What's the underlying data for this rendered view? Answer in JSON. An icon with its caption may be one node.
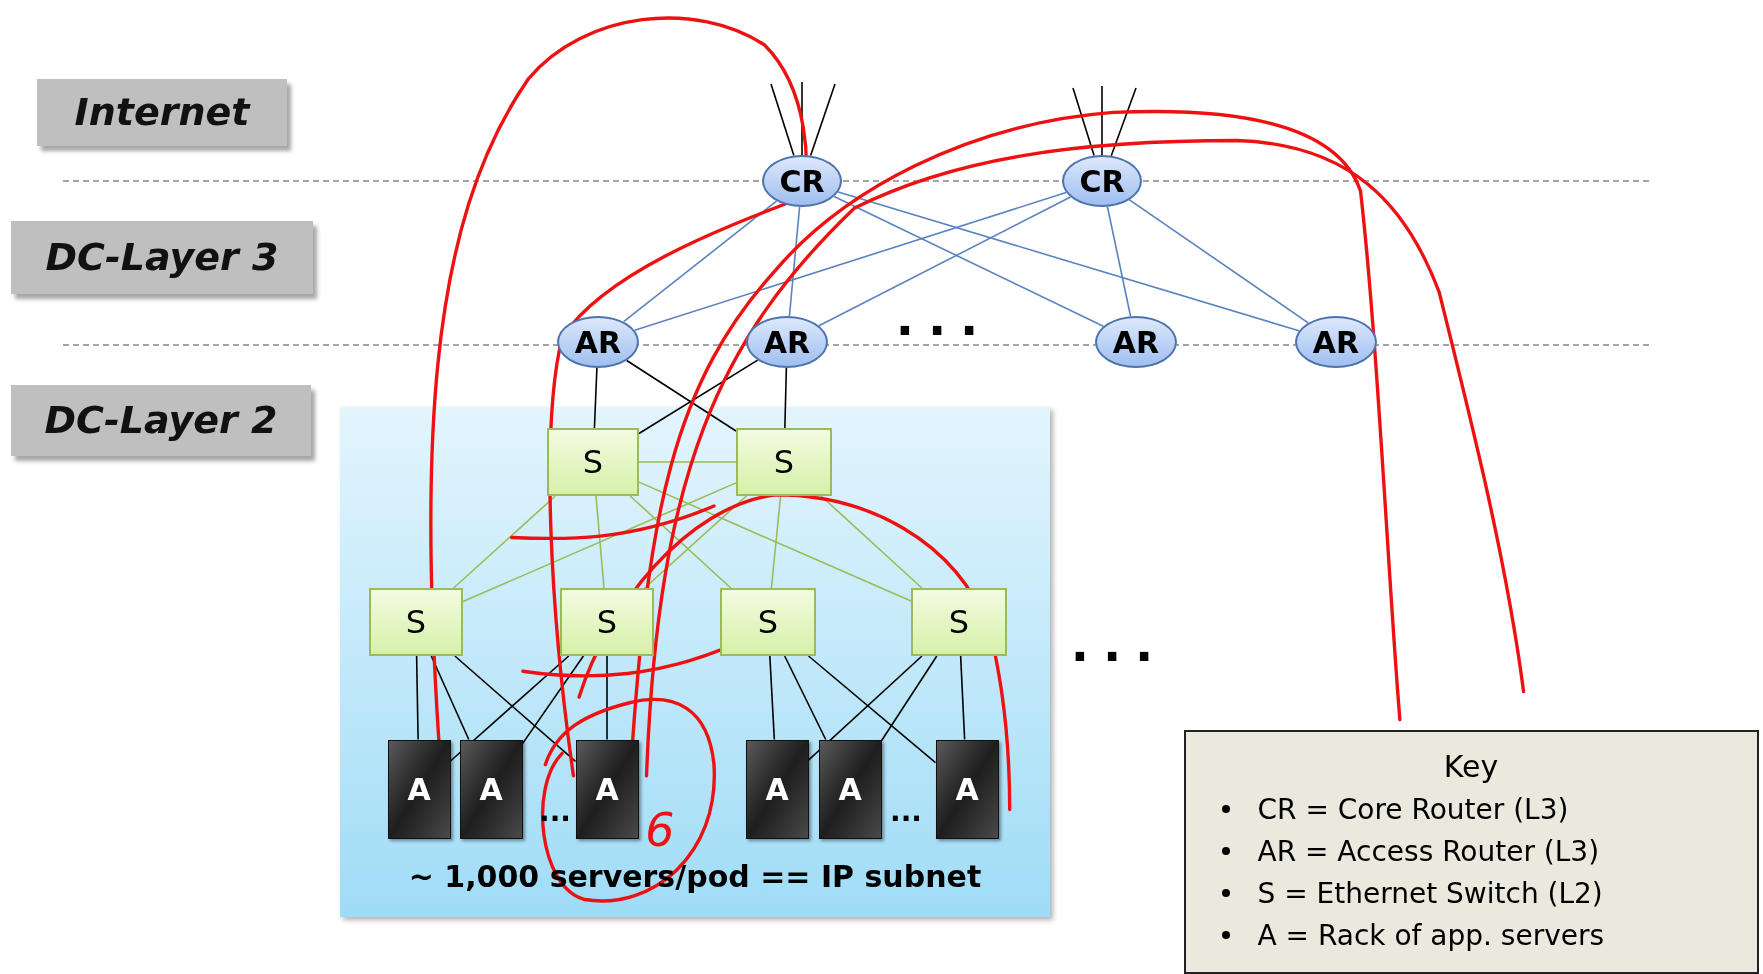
{
  "diagram": {
    "nodes": [
      {
        "text": [
          "Internet"
        ]
      },
      {
        "text": [
          "CR"
        ]
      },
      {
        "text": [
          "CR"
        ]
      },
      {
        "text": [
          "DC-Layer 3"
        ]
      },
      {
        "text": [
          "AR"
        ]
      },
      {
        "text": [
          "AR"
        ]
      },
      {
        "text": [
          "AR"
        ]
      },
      {
        "text": [
          "AR"
        ]
      },
      {
        "text": [
          "DC-Layer 2"
        ]
      },
      {
        "text": [
          "~ 1,000 servers/pod == IP subnet"
        ]
      },
      {
        "text": [
          "S"
        ],
        "in": 9
      },
      {
        "text": [
          "S"
        ],
        "in": 9
      },
      {
        "text": [
          "S"
        ],
        "in": 9
      },
      {
        "text": [
          "S"
        ],
        "in": 9
      },
      {
        "text": [
          "S"
        ],
        "in": 9
      },
      {
        "text": [
          "S"
        ],
        "in": 9
      },
      {
        "text": [
          "A"
        ],
        "in": 9
      },
      {
        "text": [
          "A"
        ],
        "in": 9
      },
      {
        "text": [
          "A"
        ],
        "in": 9
      },
      {
        "text": [
          "A"
        ],
        "in": 9
      },
      {
        "text": [
          "A"
        ],
        "in": 9
      },
      {
        "text": [
          "A"
        ],
        "in": 9
      },
      {
        "text": [
          "Key",
          "CR = Core Router (L3)",
          "AR = Access Router (L3)",
          "S = Ethernet Switch (L2)",
          "A = Rack of app. servers"
        ]
      }
    ],
    "edges": [
      {
        "from": null,
        "to": 1,
        "arrow": "none"
      },
      {
        "from": null,
        "to": 1,
        "arrow": "none"
      },
      {
        "from": null,
        "to": 1,
        "arrow": "none"
      },
      {
        "from": null,
        "to": 2,
        "arrow": "none"
      },
      {
        "from": null,
        "to": 2,
        "arrow": "none"
      },
      {
        "from": null,
        "to": 2,
        "arrow": "none"
      },
      {
        "from": 1,
        "to": 4,
        "arrow": "none",
        "color": "#5b82c0"
      },
      {
        "from": 1,
        "to": 5,
        "arrow": "none",
        "color": "#5b82c0"
      },
      {
        "from": 1,
        "to": 6,
        "arrow": "none",
        "color": "#5b82c0"
      },
      {
        "from": 1,
        "to": 7,
        "arrow": "none",
        "color": "#5b82c0"
      },
      {
        "from": 2,
        "to": 4,
        "arrow": "none",
        "color": "#5b82c0"
      },
      {
        "from": 2,
        "to": 5,
        "arrow": "none",
        "color": "#5b82c0"
      },
      {
        "from": 2,
        "to": 6,
        "arrow": "none",
        "color": "#5b82c0"
      },
      {
        "from": 2,
        "to": 7,
        "arrow": "none",
        "color": "#5b82c0"
      },
      {
        "from": 4,
        "to": 10,
        "arrow": "none"
      },
      {
        "from": 4,
        "to": 11,
        "arrow": "none"
      },
      {
        "from": 5,
        "to": 10,
        "arrow": "none"
      },
      {
        "from": 5,
        "to": 11,
        "arrow": "none"
      },
      {
        "from": 10,
        "to": 11,
        "arrow": "none",
        "color": "#9bbb59"
      },
      {
        "from": 10,
        "to": 12,
        "arrow": "none",
        "color": "#9bbb59"
      },
      {
        "from": 10,
        "to": 13,
        "arrow": "none",
        "color": "#9bbb59"
      },
      {
        "from": 10,
        "to": 14,
        "arrow": "none",
        "color": "#9bbb59"
      },
      {
        "from": 10,
        "to": 15,
        "arrow": "none",
        "color": "#9bbb59"
      },
      {
        "from": 11,
        "to": 12,
        "arrow": "none",
        "color": "#9bbb59"
      },
      {
        "from": 11,
        "to": 13,
        "arrow": "none",
        "color": "#9bbb59"
      },
      {
        "from": 11,
        "to": 14,
        "arrow": "none",
        "color": "#9bbb59"
      },
      {
        "from": 11,
        "to": 15,
        "arrow": "none",
        "color": "#9bbb59"
      },
      {
        "from": 12,
        "to": 16,
        "arrow": "none"
      },
      {
        "from": 12,
        "to": 17,
        "arrow": "none"
      },
      {
        "from": 12,
        "to": 18,
        "arrow": "none"
      },
      {
        "from": 13,
        "to": 16,
        "arrow": "none"
      },
      {
        "from": 13,
        "to": 17,
        "arrow": "none"
      },
      {
        "from": 13,
        "to": 18,
        "arrow": "none"
      },
      {
        "from": 14,
        "to": 19,
        "arrow": "none"
      },
      {
        "from": 14,
        "to": 20,
        "arrow": "none"
      },
      {
        "from": 14,
        "to": 21,
        "arrow": "none"
      },
      {
        "from": 15,
        "to": 19,
        "arrow": "none"
      },
      {
        "from": 15,
        "to": 20,
        "arrow": "none"
      },
      {
        "from": 15,
        "to": 21,
        "arrow": "none"
      }
    ],
    "labels": [
      "...",
      "...",
      "...",
      "...",
      "6"
    ]
  }
}
